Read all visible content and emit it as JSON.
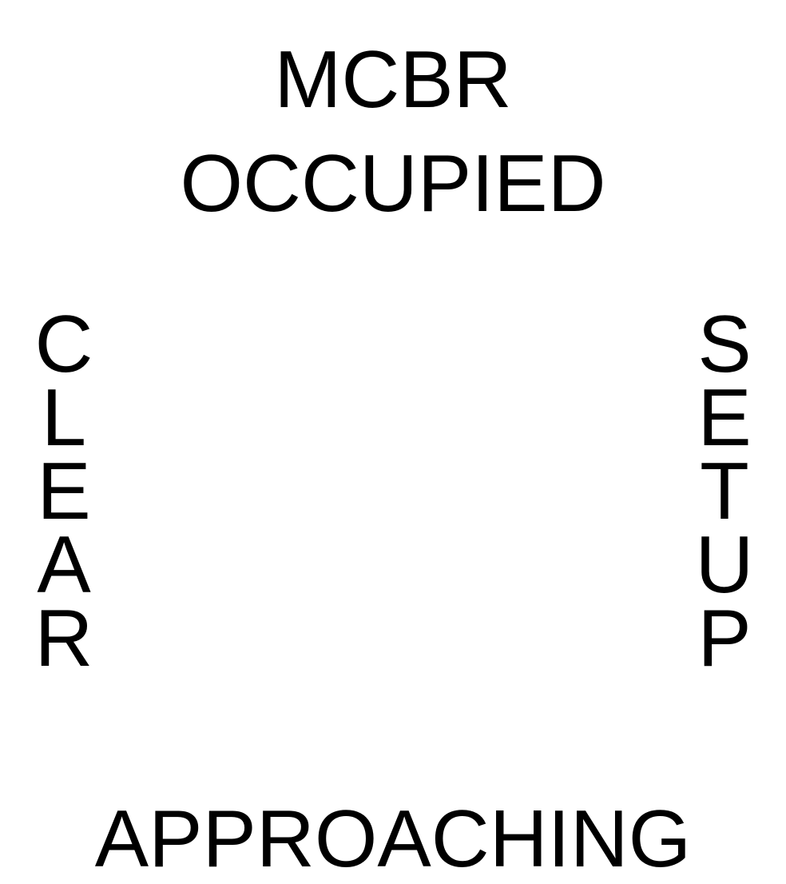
{
  "labels": {
    "top_line1": "MCBR",
    "top_line2": "OCCUPIED",
    "left": "CLEAR",
    "right": "SETUP",
    "bottom": "APPROACHING"
  },
  "colors": {
    "text": "#000000",
    "background": "#ffffff"
  }
}
